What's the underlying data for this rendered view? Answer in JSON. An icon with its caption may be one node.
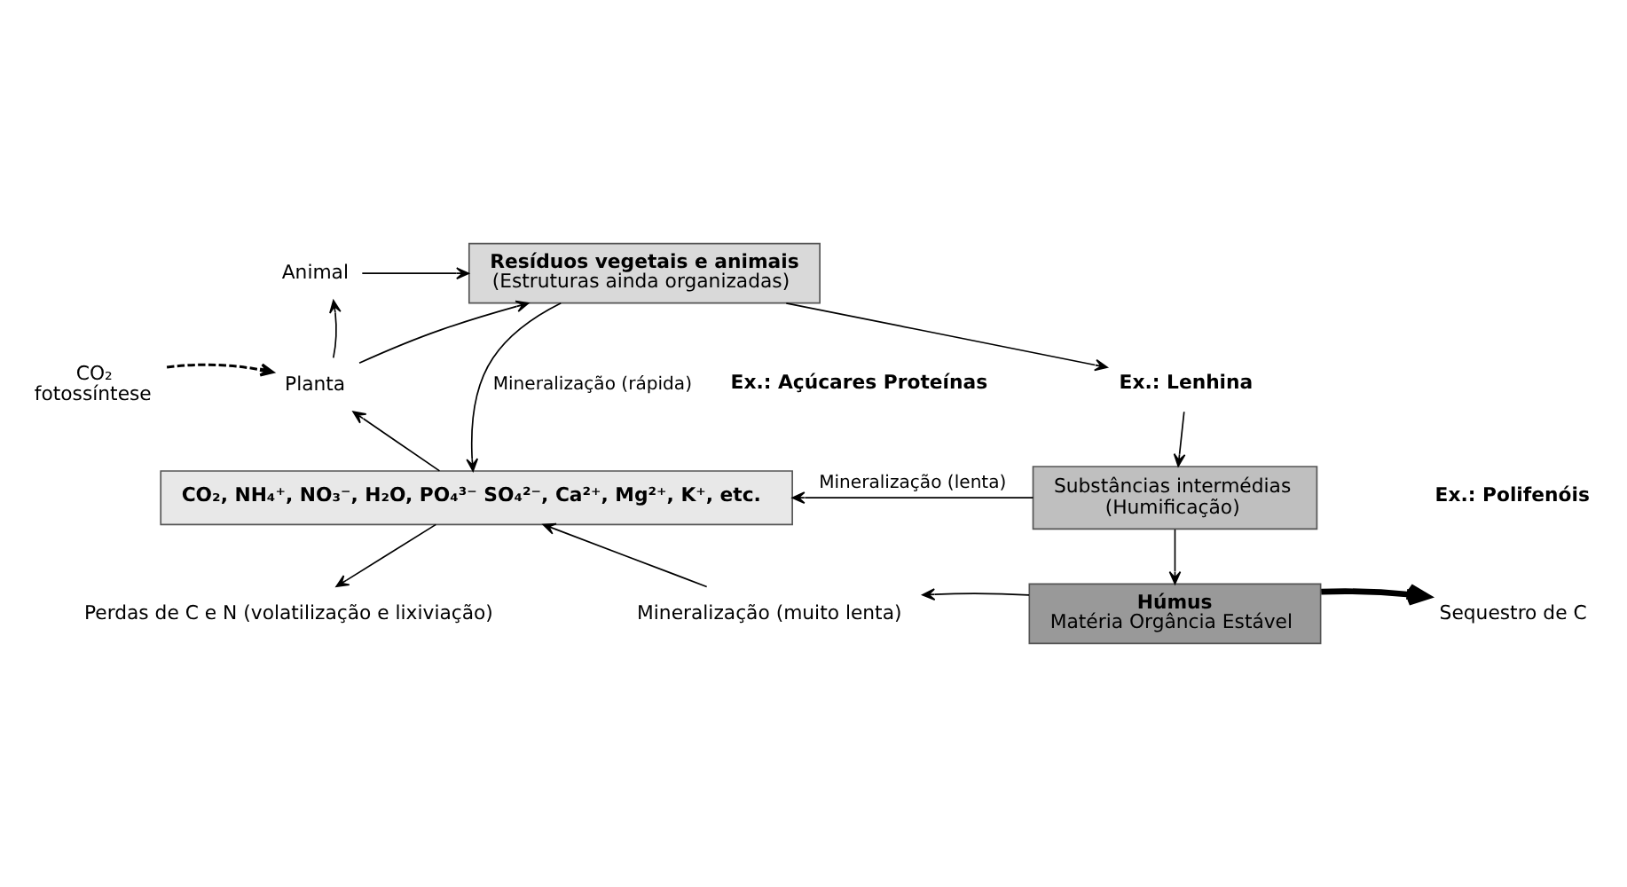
{
  "diagram": {
    "nodes": [
      {
        "text": [
          "Animal"
        ]
      },
      {
        "text": [
          "Planta"
        ]
      },
      {
        "text": [
          "CO₂",
          "fotossíntese"
        ]
      },
      {
        "text": [
          "Resíduos vegetais e animais",
          "(Estruturas ainda organizadas)"
        ]
      },
      {
        "text": [
          "Ex.: Lenhina"
        ]
      },
      {
        "text": [
          "CO₂, NH₄⁺, NO₃⁻, H₂O, PO₄³⁻ SO₄²⁻, Ca²⁺, Mg²⁺, K⁺, etc."
        ]
      },
      {
        "text": [
          "Substâncias intermédias",
          "(Humificação)"
        ]
      },
      {
        "text": [
          "Húmus",
          "Matéria Orgância Estável"
        ]
      },
      {
        "text": [
          "Perdas de C e N (volatilização e lixiviação)"
        ]
      },
      {
        "text": [
          "Mineralização (muito lenta)"
        ]
      },
      {
        "text": [
          "Sequestro de C"
        ]
      }
    ],
    "edges": [
      {
        "from": 1,
        "to": 0,
        "arrow": "to"
      },
      {
        "from": 0,
        "to": 3,
        "arrow": "to"
      },
      {
        "from": 1,
        "to": 3,
        "arrow": "to"
      },
      {
        "from": 2,
        "to": 1,
        "arrow": "to",
        "style": "dashed"
      },
      {
        "from": 3,
        "to": 4,
        "arrow": "to"
      },
      {
        "from": 4,
        "to": 6,
        "arrow": "to"
      },
      {
        "from": 3,
        "to": 5,
        "arrow": "to",
        "label": "Mineralização (rápida)"
      },
      {
        "from": 5,
        "to": 1,
        "arrow": "to"
      },
      {
        "from": 6,
        "to": 5,
        "arrow": "to",
        "label": "Mineralização (lenta)"
      },
      {
        "from": 6,
        "to": 7,
        "arrow": "to"
      },
      {
        "from": 5,
        "to": 8,
        "arrow": "to"
      },
      {
        "from": 9,
        "to": 5,
        "arrow": "to"
      },
      {
        "from": 7,
        "to": 9,
        "arrow": "to"
      },
      {
        "from": 7,
        "to": 10,
        "arrow": "to",
        "style": "thick"
      }
    ],
    "labels": [
      "Ex.: Açúcares Proteínas",
      "Ex.: Polifenóis"
    ]
  }
}
